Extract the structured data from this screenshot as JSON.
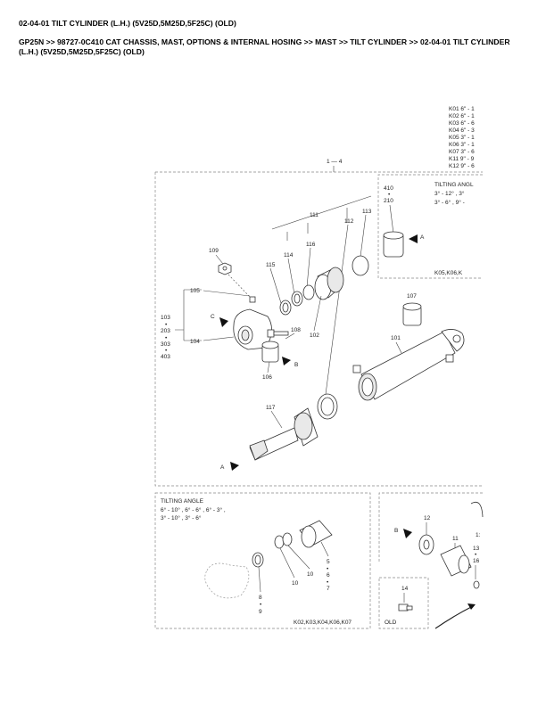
{
  "header": {
    "title": "02-04-01 TILT CYLINDER (L.H.) (5V25D,5M25D,5F25C) (OLD)",
    "breadcrumb": [
      "GP25N",
      "98727-0C410 CAT CHASSIS, MAST, OPTIONS & INTERNAL HOSING",
      "MAST",
      "TILT CYLINDER",
      "02-04-01 TILT CYLINDER (L.H.) (5V25D,5M25D,5F25C) (OLD)"
    ],
    "separator": ">>"
  },
  "kit_table": [
    "K01 6\" - 1",
    "K02 6\" - 1",
    "K03 6\" - 6",
    "K04 6\" - 3",
    "K05 3\" - 1",
    "K06 3\" - 1",
    "K07 3\" - 6",
    "K11 9\" - 9",
    "K12 9\" - 6"
  ],
  "main_box": {
    "label": "1 — 4",
    "callouts": {
      "c101": "101",
      "c102": "102",
      "c103": "103",
      "c104": "104",
      "c105": "105",
      "c106": "106",
      "c107": "107",
      "c108": "108",
      "c109": "109",
      "c111": "111",
      "c112": "112",
      "c113": "113",
      "c114": "114",
      "c115": "115",
      "c116": "116",
      "c117": "117",
      "c203": "203",
      "c303": "303",
      "c403": "403",
      "dot": "•"
    },
    "arrows": {
      "a": "A",
      "b": "B",
      "c": "C"
    }
  },
  "inset_right": {
    "title": "TILTING ANGL",
    "line1": "3° - 12° ,  3°",
    "line2": "3° - 6° ,  9° -",
    "c410": "410",
    "c210": "210",
    "arrow": "A",
    "kits": "K05,K06,K"
  },
  "inset_bottom": {
    "title": "TILTING ANGLE",
    "line1": "6° - 10° ,  6° - 6° , 6° - 3° ,",
    "line2": "3° - 10° ,  3° - 6°",
    "c5": "5",
    "c6": "6",
    "c7": "7",
    "c8": "8",
    "c9": "9",
    "c10a": "10",
    "c10b": "10",
    "kits": "K02,K03,K04,K06,K07"
  },
  "inset_old": {
    "c14": "14",
    "label": "OLD"
  },
  "right_partial": {
    "c11": "11",
    "c12": "12",
    "c13": "13",
    "c16": "16",
    "c1x": "1:",
    "arrow": "B"
  }
}
